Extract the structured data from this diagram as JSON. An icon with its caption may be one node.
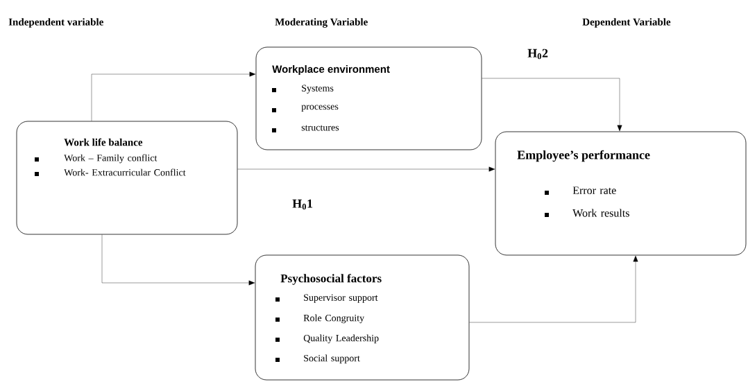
{
  "diagram": {
    "nodes": [
      {
        "text": [
          "Work life balance",
          "Work – Family conflict",
          "Work- Extracurricular Conflict"
        ]
      },
      {
        "text": [
          "Workplace environment",
          "Systems",
          "processes",
          "structures"
        ]
      },
      {
        "text": [
          "Employee’s performance",
          "Error rate",
          "Work results"
        ]
      },
      {
        "text": [
          "Psychosocial factors",
          "Supervisor support",
          "Role Congruity",
          "Quality Leadership",
          "Social support"
        ]
      }
    ],
    "edges": [
      {
        "from": 0,
        "to": 1,
        "arrow": "to"
      },
      {
        "from": 1,
        "to": 2,
        "arrow": "to",
        "label": "H$_{0}$2"
      },
      {
        "from": 0,
        "to": 2,
        "arrow": "to",
        "label": "H$_{0}$1"
      },
      {
        "from": 0,
        "to": 3,
        "arrow": "to"
      },
      {
        "from": 3,
        "to": 2,
        "arrow": "to"
      }
    ],
    "labels": [
      "Independent variable",
      "Moderating Variable",
      "Dependent Variable"
    ]
  }
}
